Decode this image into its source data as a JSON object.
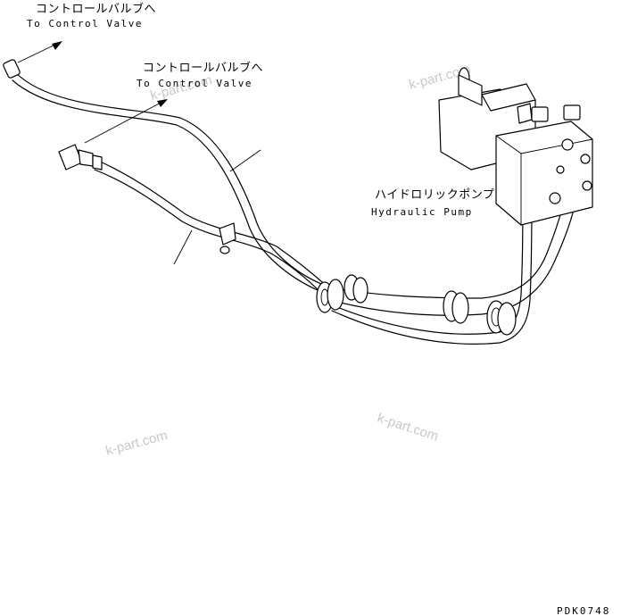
{
  "labels": {
    "control_valve_1_jp": "コントロールバルブへ",
    "control_valve_1_en": "To Control Valve",
    "control_valve_2_jp": "コントロールバルブへ",
    "control_valve_2_en": "To Control Valve",
    "pump_jp": "ハイドロリックポンプ",
    "pump_en": "Hydraulic Pump"
  },
  "drawing_code": "PDK0748",
  "watermarks": [
    "k-part.com",
    "k-part.com",
    "k-part.com",
    "k-part.com"
  ]
}
